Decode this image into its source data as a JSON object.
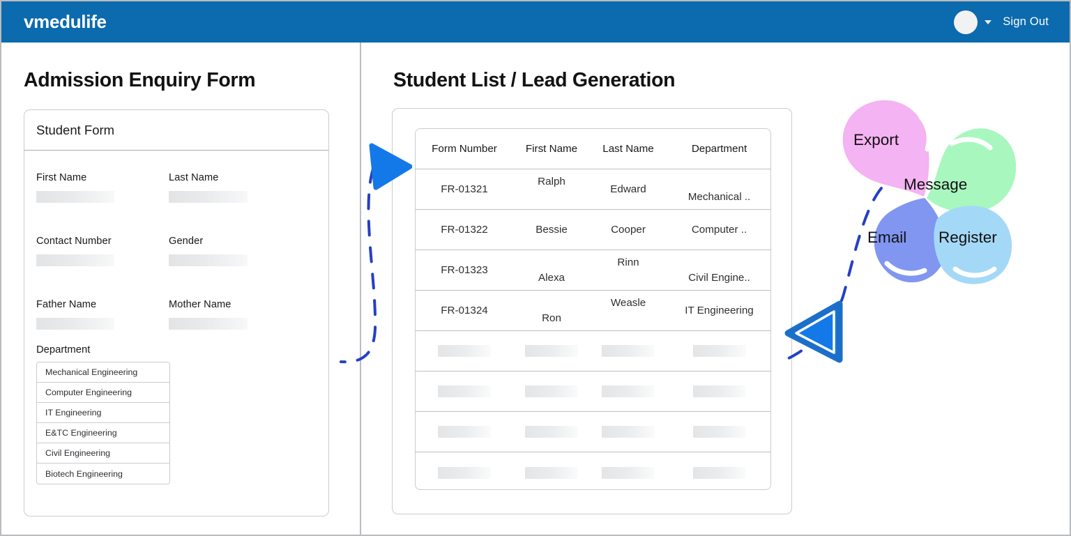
{
  "header": {
    "brand": "vmedulife",
    "avatar_icon": "user-avatar-icon",
    "caret_icon": "chevron-down-icon",
    "sign_out": "Sign Out",
    "bar_color": "#0c6aae"
  },
  "left_panel": {
    "title": "Admission Enquiry Form",
    "card_title": "Student Form",
    "fields": [
      {
        "label": "First Name"
      },
      {
        "label": "Last Name"
      },
      {
        "label": "Contact Number"
      },
      {
        "label": "Gender"
      },
      {
        "label": "Father Name"
      },
      {
        "label": "Mother Name"
      }
    ],
    "department_label": "Department",
    "department_options": [
      "Mechanical Engineering",
      "Computer Engineering",
      "IT Engineering",
      "E&TC Engineering",
      "Civil Engineering",
      "Biotech Engineering"
    ]
  },
  "right_panel": {
    "title": "Student List / Lead Generation",
    "table": {
      "columns": [
        "Form Number",
        "First Name",
        "Last Name",
        "Department"
      ],
      "rows": [
        [
          "FR-01321",
          "Ralph",
          "Edward",
          "Mechanical .."
        ],
        [
          "FR-01322",
          "Bessie",
          "Cooper",
          "Computer .."
        ],
        [
          "FR-01323",
          "Alexa",
          "Rinn",
          "Civil Engine.."
        ],
        [
          "FR-01324",
          "Ron",
          "Weasle",
          "IT Engineering"
        ]
      ],
      "skeleton_row_count": 4
    }
  },
  "actions": {
    "blobs": [
      {
        "label": "Export",
        "color": "#f4b3f2"
      },
      {
        "label": "Message",
        "color": "#a8f7be"
      },
      {
        "label": "Email",
        "color": "#8096f0"
      },
      {
        "label": "Register",
        "color": "#a4d8f7"
      }
    ]
  },
  "decoration": {
    "arrow_right_icon": "arrow-right-triangle-icon",
    "arrow_left_icon": "arrow-left-triangle-icon",
    "arrow_color": "#1479e8",
    "dashed_line_color": "#2540c4"
  }
}
